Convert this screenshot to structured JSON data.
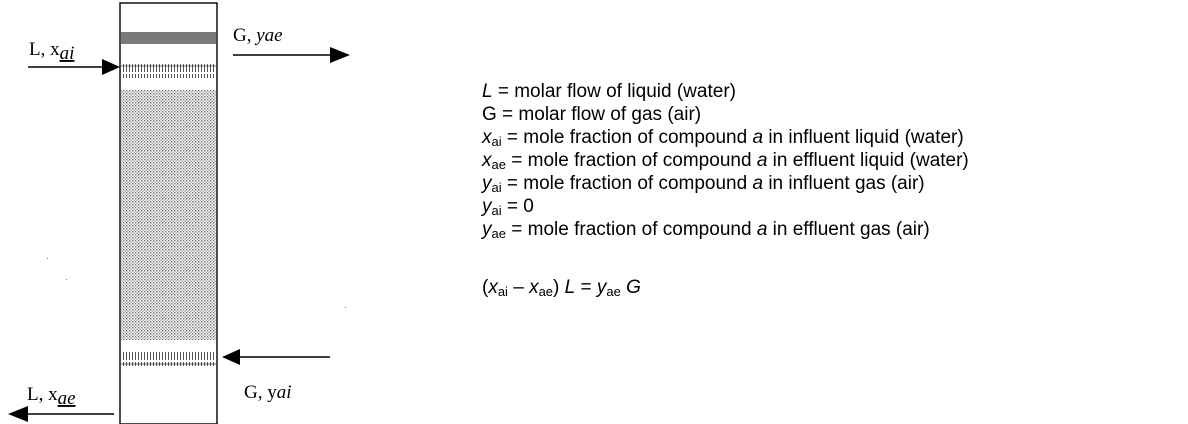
{
  "diagram": {
    "top_left": {
      "flow": "L",
      "comp": "x",
      "sub": "ai"
    },
    "top_right": {
      "flow": "G",
      "comp": "y",
      "sub": "ae"
    },
    "bottom_left": {
      "flow": "L",
      "comp": "x",
      "sub": "ae"
    },
    "bottom_right": {
      "flow": "G",
      "comp": "y",
      "sub": "ai"
    }
  },
  "definitions": [
    {
      "symbol": "L",
      "sub": "",
      "text": " = molar flow of liquid (water)"
    },
    {
      "symbol": "",
      "plain": "G",
      "sub": "",
      "text": " = molar flow of gas (air)"
    },
    {
      "symbol": "x",
      "sub": "ai",
      "text_pre": " = mole fraction of compound ",
      "var": "a",
      "text_post": " in influent liquid (water)"
    },
    {
      "symbol": "x",
      "sub": "ae",
      "text_pre": " = mole fraction of compound ",
      "var": "a",
      "text_post": " in effluent liquid (water)"
    },
    {
      "symbol": "y",
      "sub": "ai",
      "text_pre": " = mole fraction of compound ",
      "var": "a",
      "text_post": " in influent gas (air)"
    },
    {
      "symbol": "y",
      "sub": "ai",
      "text": " = 0"
    },
    {
      "symbol": "y",
      "sub": "ae",
      "text_pre": " = mole fraction of compound ",
      "var": "a",
      "text_post": " in effluent gas (air)"
    }
  ],
  "equation": {
    "open": "(",
    "x1": "x",
    "x1_sub": "ai",
    "minus": " – ",
    "x2": "x",
    "x2_sub": "ae",
    "close": ") ",
    "L": "L",
    "eq": " = ",
    "y": "y",
    "y_sub": "ae",
    "G": "G"
  }
}
